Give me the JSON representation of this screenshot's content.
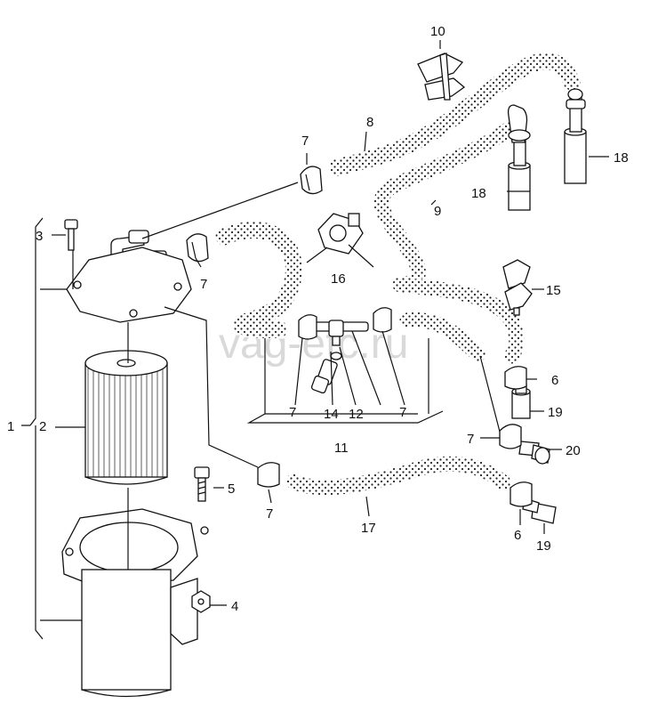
{
  "watermark": "vag-etc.ru",
  "labels": {
    "l1": "1",
    "l2": "2",
    "l3": "3",
    "l4": "4",
    "l5": "5",
    "l6a": "6",
    "l6b": "6",
    "l7a": "7",
    "l7b": "7",
    "l7c": "7",
    "l7d": "7",
    "l7e": "7",
    "l7f": "7",
    "l8": "8",
    "l9": "9",
    "l10": "10",
    "l11": "11",
    "l12": "12",
    "l14": "14",
    "l15": "15",
    "l16": "16",
    "l17": "17",
    "l18a": "18",
    "l18b": "18",
    "l19a": "19",
    "l19b": "19",
    "l20": "20"
  }
}
